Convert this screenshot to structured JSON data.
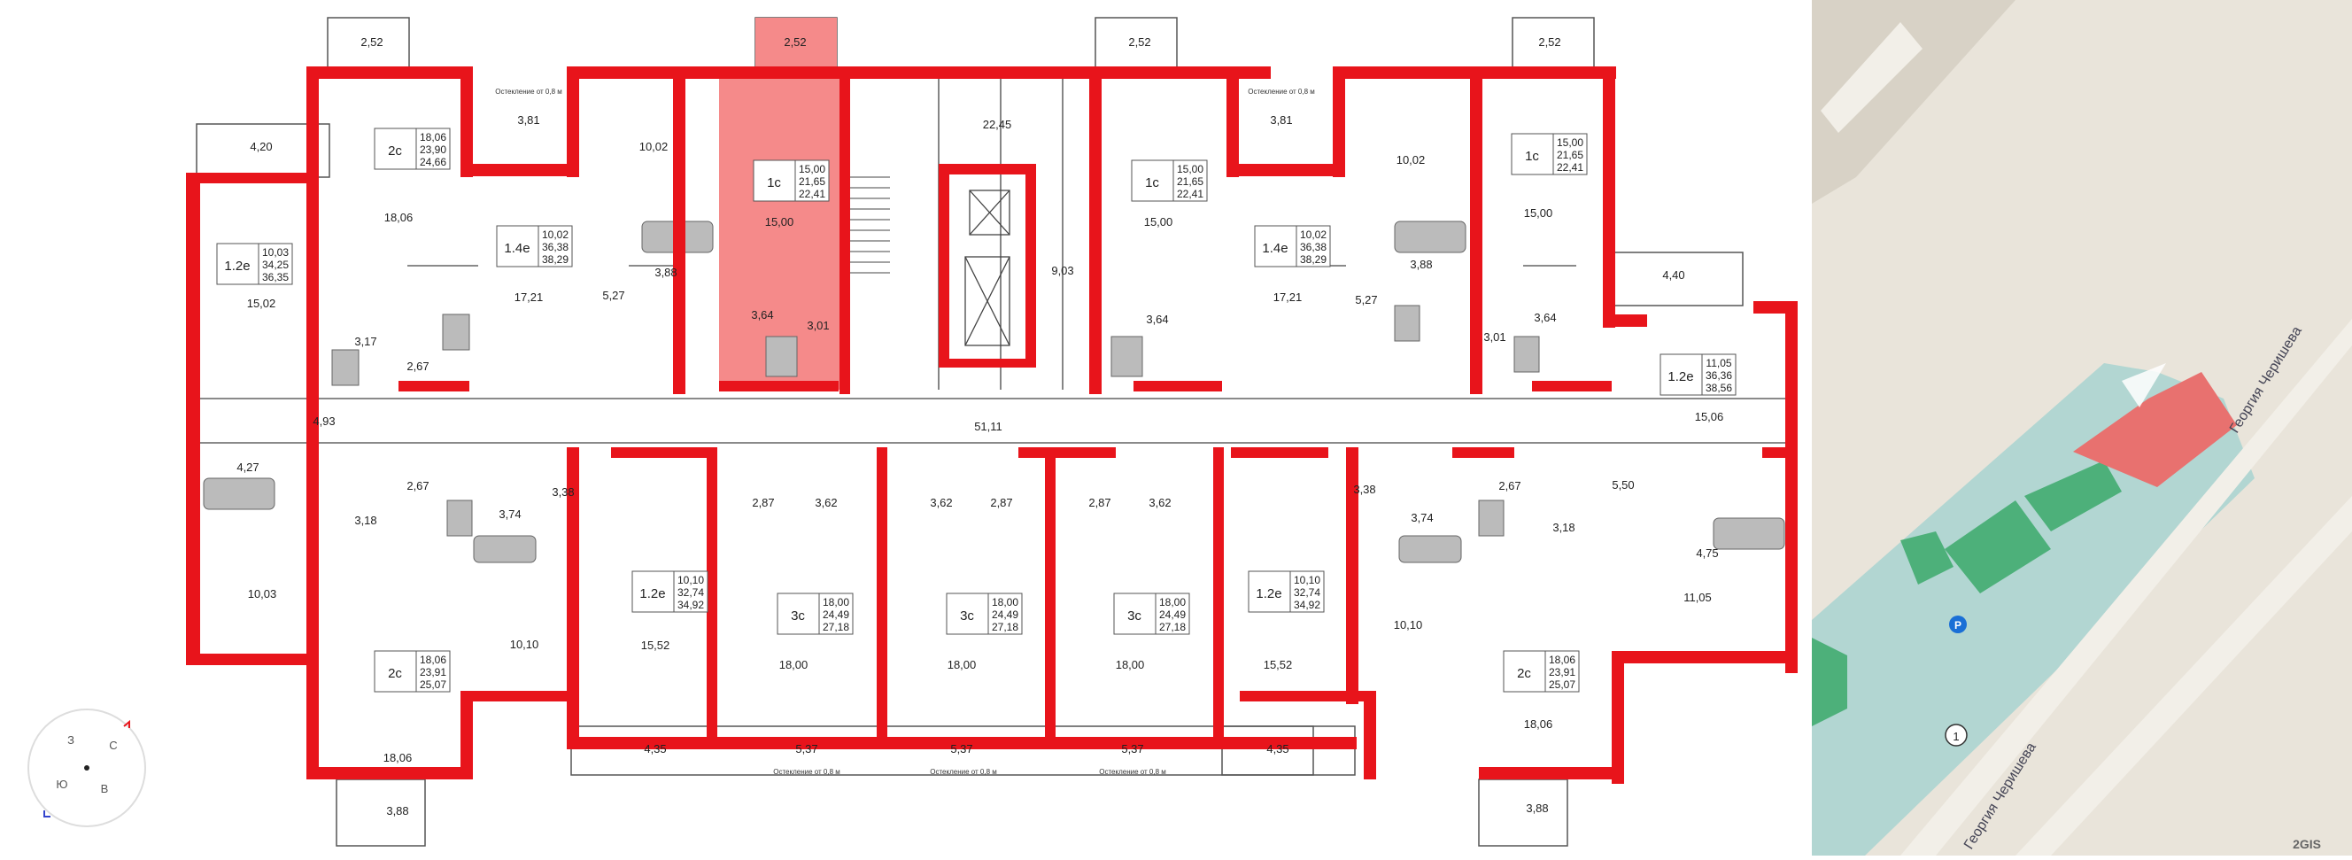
{
  "plan": {
    "glazing_note": "Остекление от 0,8 м",
    "rooms": [
      "2,52",
      "2,52",
      "2,52",
      "2,52",
      "4,20",
      "3,81",
      "10,02",
      "22,45",
      "3,81",
      "10,02",
      "18,06",
      "15,00",
      "15,00",
      "15,00",
      "4,40",
      "15,02",
      "17,21",
      "3,88",
      "9,03",
      "17,21",
      "3,88",
      "5,27",
      "3,64",
      "3,01",
      "3,64",
      "5,27",
      "3,01",
      "3,64",
      "3,17",
      "2,67",
      "4,93",
      "51,11",
      "15,06",
      "4,27",
      "2,67",
      "3,38",
      "2,87",
      "3,62",
      "3,62",
      "2,87",
      "2,87",
      "3,62",
      "3,38",
      "2,67",
      "5,50",
      "3,74",
      "3,18",
      "3,74",
      "3,18",
      "4,75",
      "10,03",
      "10,10",
      "15,52",
      "18,00",
      "18,00",
      "18,00",
      "15,52",
      "10,10",
      "11,05",
      "18,06",
      "18,06",
      "4,35",
      "5,37",
      "5,37",
      "5,37",
      "4,35",
      "3,88",
      "3,88"
    ],
    "units": [
      {
        "type": "2с",
        "a": "18,06",
        "b": "23,90",
        "c": "24,66"
      },
      {
        "type": "1с",
        "a": "15,00",
        "b": "21,65",
        "c": "22,41"
      },
      {
        "type": "1с",
        "a": "15,00",
        "b": "21,65",
        "c": "22,41"
      },
      {
        "type": "1с",
        "a": "15,00",
        "b": "21,65",
        "c": "22,41"
      },
      {
        "type": "1.2е",
        "a": "10,03",
        "b": "34,25",
        "c": "36,35"
      },
      {
        "type": "1.4е",
        "a": "10,02",
        "b": "36,38",
        "c": "38,29"
      },
      {
        "type": "1.4е",
        "a": "10,02",
        "b": "36,38",
        "c": "38,29"
      },
      {
        "type": "1.2е",
        "a": "11,05",
        "b": "36,36",
        "c": "38,56"
      },
      {
        "type": "1.2е",
        "a": "10,10",
        "b": "32,74",
        "c": "34,92"
      },
      {
        "type": "3с",
        "a": "18,00",
        "b": "24,49",
        "c": "27,18"
      },
      {
        "type": "3с",
        "a": "18,00",
        "b": "24,49",
        "c": "27,18"
      },
      {
        "type": "3с",
        "a": "18,00",
        "b": "24,49",
        "c": "27,18"
      },
      {
        "type": "1.2е",
        "a": "10,10",
        "b": "32,74",
        "c": "34,92"
      },
      {
        "type": "2с",
        "a": "18,06",
        "b": "23,91",
        "c": "25,07"
      },
      {
        "type": "2с",
        "a": "18,06",
        "b": "23,91",
        "c": "25,07"
      }
    ],
    "compass": {
      "north": "С",
      "south": "Ю",
      "west": "З",
      "east": "В"
    }
  },
  "map": {
    "street_label": "Георгия Черишева",
    "street_label_2": "Георгия Черишева",
    "parking_icon": "P",
    "marker": "1",
    "attribution": "2GIS"
  },
  "colors": {
    "wall": "#e8141b",
    "highlight": "#f58a8a",
    "map_bg": "#e9e4da",
    "plot": "#a8d4d0",
    "building_green": "#4db07a",
    "building_red": "#e8716f"
  }
}
